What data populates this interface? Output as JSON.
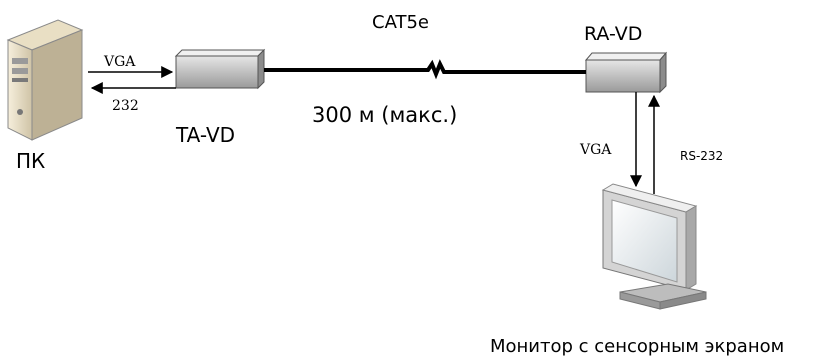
{
  "labels": {
    "pc": "ПК",
    "vga_pc": "VGA",
    "rs232_pc": "232",
    "ta_vd": "TA-VD",
    "cable_type": "CAT5e",
    "distance": "300 м (макс.)",
    "ra_vd": "RA-VD",
    "vga_monitor": "VGA",
    "rs232_monitor": "RS-232",
    "monitor": "Монитор с сенсорным экраном"
  },
  "colors": {
    "line": "#000000",
    "device_light": "#d9d9d9",
    "device_dark": "#7a7a7a",
    "pc_body": "#efe6cf",
    "screen": "#e7ecef",
    "monitor_frame": "#bfbfbf"
  }
}
